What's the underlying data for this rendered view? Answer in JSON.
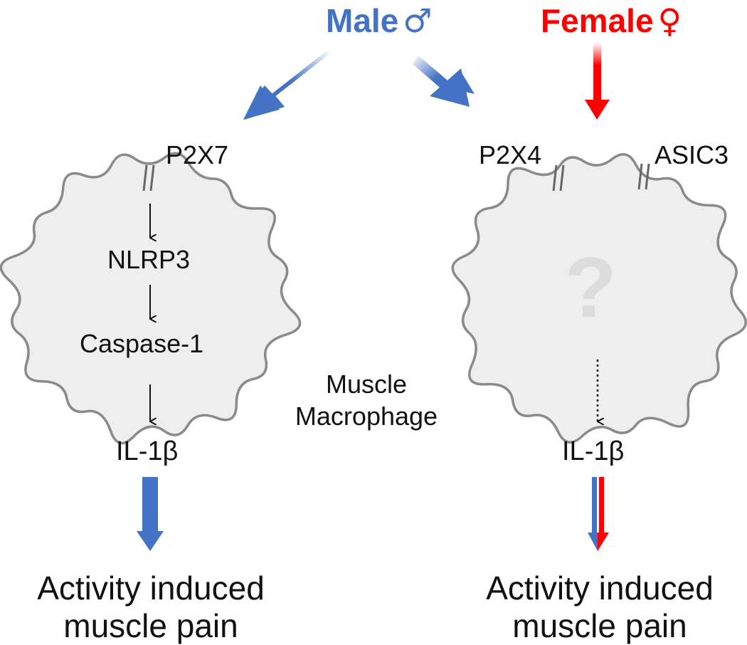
{
  "header": {
    "male_label": "Male",
    "male_symbol": "♂",
    "female_label": "Female",
    "female_symbol": "♀"
  },
  "left_cell": {
    "receptor": "P2X7",
    "pathway": [
      "NLRP3",
      "Caspase-1"
    ],
    "output": "IL-1β"
  },
  "right_cell": {
    "receptor_left": "P2X4",
    "receptor_right": "ASIC3",
    "center_glyph": "?",
    "output": "IL-1β"
  },
  "center": {
    "line1": "Muscle",
    "line2": "Macrophage"
  },
  "outcome": {
    "left": [
      "Activity induced",
      "muscle pain"
    ],
    "right": [
      "Activity induced",
      "muscle pain"
    ]
  },
  "colors": {
    "male": "#4472c4",
    "female": "#ff0000",
    "cell_fill": "#eeeeee",
    "cell_stroke": "#8a8a8a",
    "question_mark": "#dcdcdc"
  }
}
